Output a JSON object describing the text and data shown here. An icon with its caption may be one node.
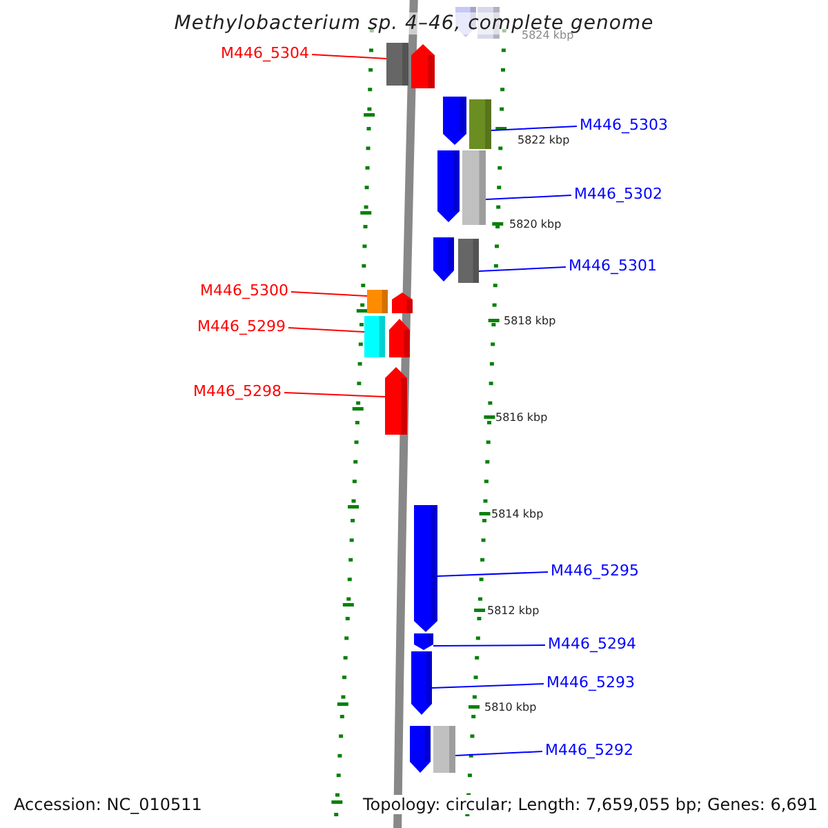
{
  "diagram": {
    "title": "Methylobacterium sp. 4–46, complete genome",
    "nodes": [
      {
        "text": [],
        "shape": "arrow"
      },
      {
        "text": [],
        "shape": "box"
      },
      {
        "text": [
          "M446_5304"
        ]
      },
      {
        "text": [],
        "shape": "box"
      },
      {
        "text": [],
        "shape": "arrow"
      },
      {
        "text": [],
        "shape": "arrow"
      },
      {
        "text": [
          "M446_5303"
        ]
      },
      {
        "text": [],
        "shape": "box"
      },
      {
        "text": [],
        "shape": "arrow"
      },
      {
        "text": [
          "M446_5302"
        ]
      },
      {
        "text": [],
        "shape": "box"
      },
      {
        "text": [],
        "shape": "arrow"
      },
      {
        "text": [
          "M446_5301"
        ]
      },
      {
        "text": [],
        "shape": "box"
      },
      {
        "text": [
          "M446_5300"
        ]
      },
      {
        "text": [],
        "shape": "box"
      },
      {
        "text": [],
        "shape": "arrow"
      },
      {
        "text": [
          "M446_5299"
        ]
      },
      {
        "text": [],
        "shape": "box"
      },
      {
        "text": [],
        "shape": "arrow"
      },
      {
        "text": [
          "M446_5298"
        ]
      },
      {
        "text": [],
        "shape": "arrow"
      },
      {
        "text": [
          "M446_5295"
        ]
      },
      {
        "text": [],
        "shape": "arrow"
      },
      {
        "text": [
          "M446_5294"
        ]
      },
      {
        "text": [],
        "shape": "arrow"
      },
      {
        "text": [
          "M446_5293"
        ]
      },
      {
        "text": [],
        "shape": "arrow"
      },
      {
        "text": [
          "M446_5292"
        ]
      },
      {
        "text": [],
        "shape": "arrow"
      },
      {
        "text": [],
        "shape": "box"
      }
    ],
    "edges": [
      {
        "from": 2,
        "to": 3,
        "arrow": "none",
        "color": "#ff0000"
      },
      {
        "from": 6,
        "to": 7,
        "arrow": "none"
      },
      {
        "from": 9,
        "to": 10,
        "arrow": "none"
      },
      {
        "from": 12,
        "to": 13,
        "arrow": "none"
      },
      {
        "from": 14,
        "to": 15,
        "arrow": "none",
        "color": "#ff0000"
      },
      {
        "from": 17,
        "to": 18,
        "arrow": "none",
        "color": "#ff0000"
      },
      {
        "from": 20,
        "to": 21,
        "arrow": "none",
        "color": "#ff0000"
      },
      {
        "from": 22,
        "to": 23,
        "arrow": "none"
      },
      {
        "from": 24,
        "to": 25,
        "arrow": "none"
      },
      {
        "from": 26,
        "to": 27,
        "arrow": "none"
      },
      {
        "from": 28,
        "to": 30,
        "arrow": "none"
      }
    ],
    "labels": [
      "5824 kbp",
      "5822 kbp",
      "5820 kbp",
      "5818 kbp",
      "5816 kbp",
      "5814 kbp",
      "5812 kbp",
      "5810 kbp",
      "Accession: NC_010511",
      "Topology: circular; Length: 7,659,055 bp; Genes: 6,691"
    ]
  }
}
